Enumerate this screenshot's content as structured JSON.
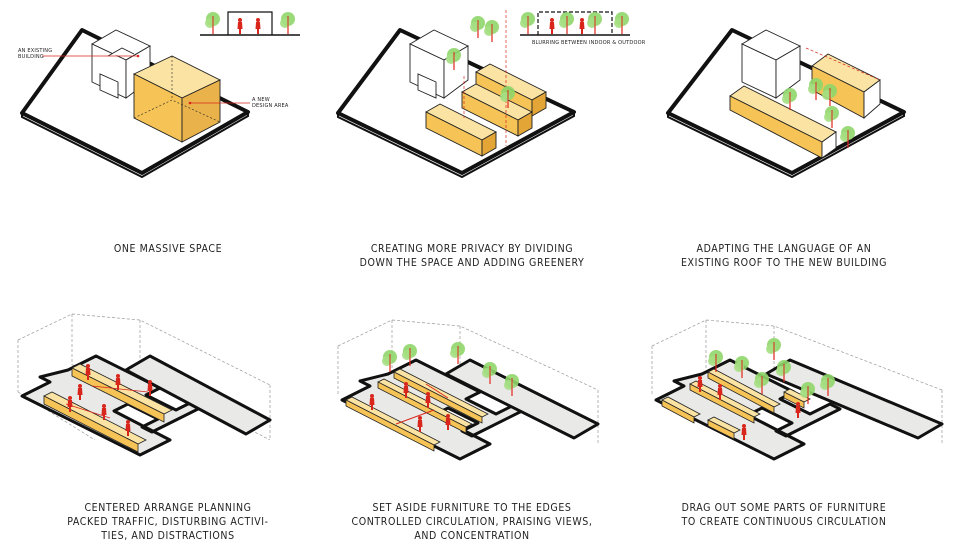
{
  "panels": [
    {
      "caption_lines": [
        "ONE MASSIVE SPACE"
      ],
      "labels": [
        "AN EXISTING",
        "BUILDING",
        "A NEW",
        "DESIGN AREA"
      ]
    },
    {
      "caption_lines": [
        "CREATING MORE PRIVACY BY DIVIDING",
        "DOWN THE SPACE AND ADDING GREENERY"
      ],
      "labels": [
        "BLURRING BETWEEN INDOOR & OUTDOOR"
      ]
    },
    {
      "caption_lines": [
        "ADAPTING THE LANGUAGE OF AN",
        "EXISTING ROOF TO THE NEW BUILDING"
      ]
    },
    {
      "caption_lines": [
        "CENTERED ARRANGE PLANNING",
        "PACKED TRAFFIC, DISTURBING ACTIVI-",
        "TIES, AND DISTRACTIONS"
      ]
    },
    {
      "caption_lines": [
        "SET ASIDE FURNITURE TO THE EDGES",
        "CONTROLLED CIRCULATION, PRAISING VIEWS,",
        "AND CONCENTRATION"
      ]
    },
    {
      "caption_lines": [
        "DRAG OUT SOME PARTS OF FURNITURE",
        "TO CREATE CONTINUOUS CIRCULATION"
      ]
    }
  ],
  "colors": {
    "volume": "#f6c357",
    "volume_dark": "#e2a536",
    "tree": "#8fd66a",
    "trunk": "#e0261b",
    "accent_red": "#d9261c",
    "floor": "#e9e9e7",
    "line": "#111111"
  }
}
